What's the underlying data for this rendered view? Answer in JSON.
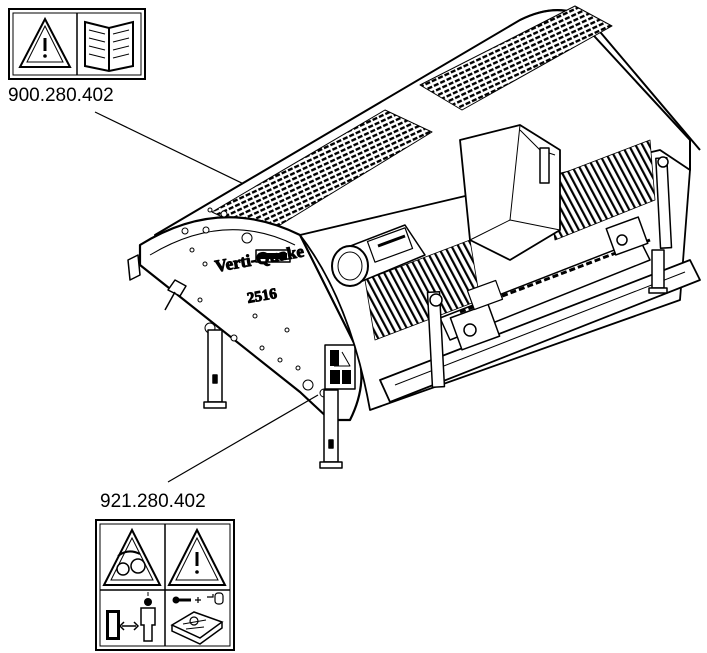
{
  "callouts": [
    {
      "part_number": "900.280.402",
      "symbols": [
        "warning-icon",
        "manual-icon"
      ]
    },
    {
      "part_number": "921.280.402",
      "symbols": [
        "warning-entanglement-icon",
        "warning-icon",
        "safe-distance-icon",
        "remove-key-read-manual-icon"
      ]
    }
  ],
  "machine": {
    "name": "Verti-Quake",
    "model": "2516"
  }
}
